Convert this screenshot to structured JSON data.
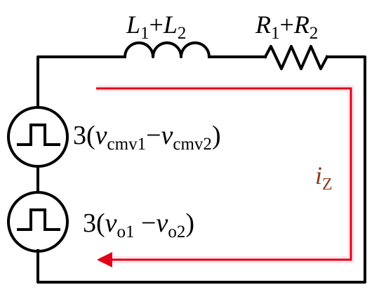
{
  "colors": {
    "wire": "#000000",
    "loop_arrow": "#e2001a",
    "current_label": "#8b3a1a",
    "glow": "#f7d6de"
  },
  "inductor": {
    "label_main_1": "L",
    "label_sub_1": "1",
    "label_plus": "+",
    "label_main_2": "L",
    "label_sub_2": "2"
  },
  "resistor": {
    "label_main_1": "R",
    "label_sub_1": "1",
    "label_plus": "+",
    "label_main_2": "R",
    "label_sub_2": "2"
  },
  "source_top": {
    "icon": "square-pulse-icon",
    "coef": "3(",
    "var_1": "v",
    "sub_1": "cmv1",
    "minus": "−",
    "var_2": "v",
    "sub_2": "cmv2",
    "close": ")"
  },
  "source_bottom": {
    "icon": "square-pulse-icon",
    "coef": "3(",
    "var_1": "v",
    "sub_1": "o1",
    "minus": " −",
    "var_2": "v",
    "sub_2": "o2",
    "close": ")"
  },
  "current": {
    "var": "i",
    "sub": "Z"
  }
}
